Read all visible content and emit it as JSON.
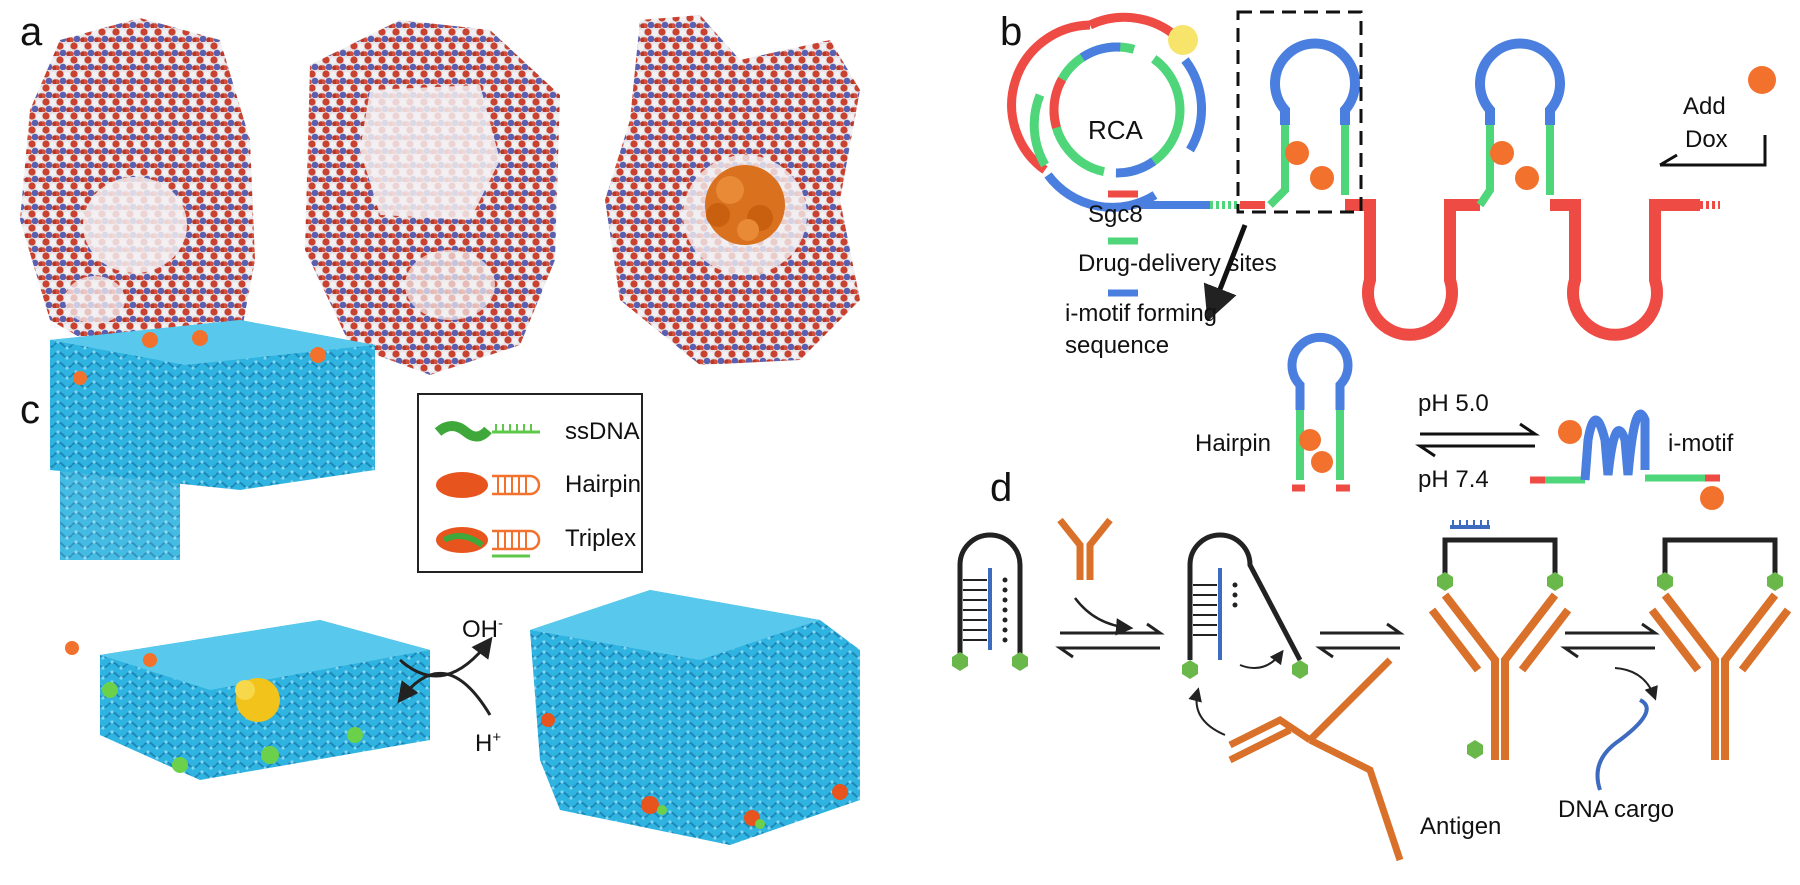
{
  "panels": {
    "a": {
      "letter": "a"
    },
    "b": {
      "letter": "b",
      "rca": "RCA",
      "legend": [
        "Sgc8",
        "Drug-delivery sites",
        "i-motif forming",
        "sequence"
      ],
      "add": "Add",
      "dox": "Dox",
      "hairpin": "Hairpin",
      "imotif": "i-motif",
      "ph_acid": "pH 5.0",
      "ph_neutral": "pH 7.4"
    },
    "c": {
      "letter": "c",
      "legend": [
        "ssDNA",
        "Hairpin",
        "Triplex"
      ],
      "oh": "OH",
      "oh_sup": "-",
      "h": "H",
      "h_sup": "+"
    },
    "d": {
      "letter": "d",
      "antigen": "Antigen",
      "cargo": "DNA cargo"
    }
  },
  "colors": {
    "red": "#ef4b45",
    "green": "#4fd67a",
    "blue": "#4a7fe0",
    "dox": "#f2712c",
    "yellow": "#f7e56b",
    "origami": "#2fb3e0",
    "antibody": "#d9712a",
    "antigen": "#6bb84a",
    "cargo": "#3d6bc0"
  }
}
